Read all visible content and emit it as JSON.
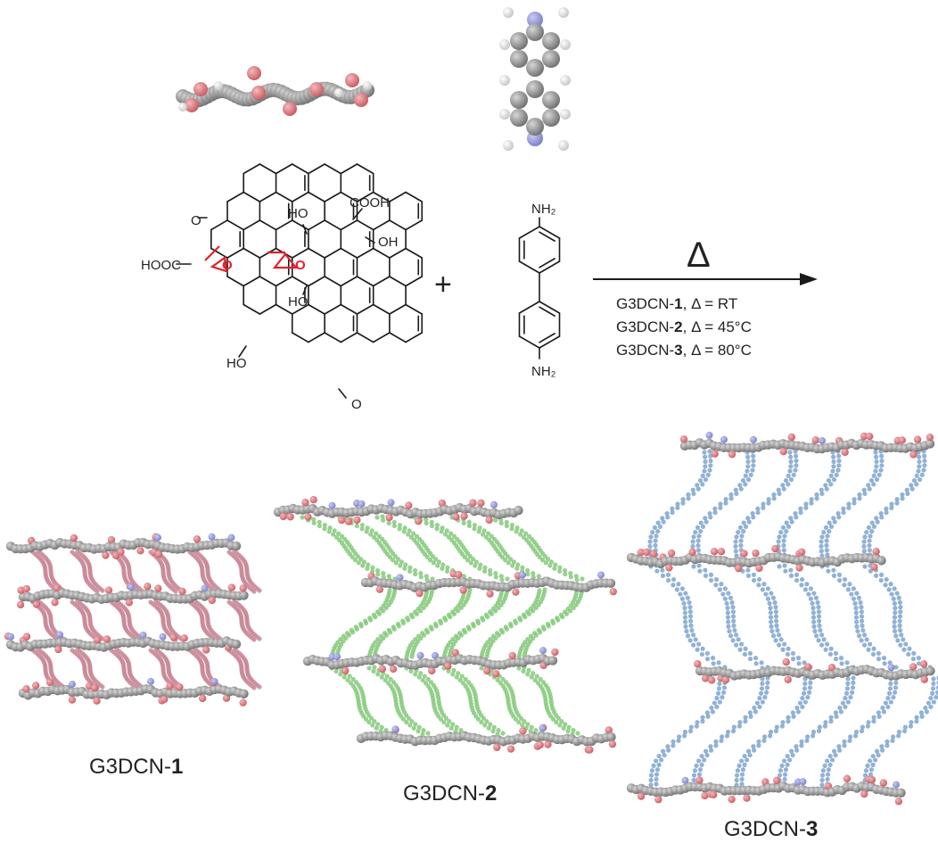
{
  "reaction": {
    "plus": "+",
    "arrow_symbol": "Δ",
    "conditions": [
      {
        "name": "G3DCN-",
        "num": "1",
        "rest": ", Δ = RT"
      },
      {
        "name": "G3DCN-",
        "num": "2",
        "rest": ", Δ = 45°C"
      },
      {
        "name": "G3DCN-",
        "num": "3",
        "rest": ", Δ = 80°C"
      }
    ]
  },
  "graphene_oxide": {
    "groups": {
      "o_left": "O",
      "cooh_top": "COOH",
      "ho_top": "HO",
      "oh_right": "OH",
      "hooc_left": "HOOC",
      "epoxide_o1": "O",
      "epoxide_o2": "O",
      "ho_mid": "HO",
      "ho_bottom": "HO",
      "o_bottom": "O"
    }
  },
  "linker": {
    "nh2_top": "NH₂",
    "nh2_bottom": "NH₂"
  },
  "networks": [
    {
      "name": "G3DCN-",
      "num": "1",
      "linker_color": "#c98a98"
    },
    {
      "name": "G3DCN-",
      "num": "2",
      "linker_color": "#86c97c"
    },
    {
      "name": "G3DCN-",
      "num": "3",
      "linker_color": "#7ea4cf"
    }
  ],
  "colors": {
    "carbon": "#8a8a8a",
    "oxygen": "#d9757a",
    "nitrogen": "#8f93d6",
    "hydrogen": "#e6e6e6",
    "epoxide": "#e0202a"
  }
}
